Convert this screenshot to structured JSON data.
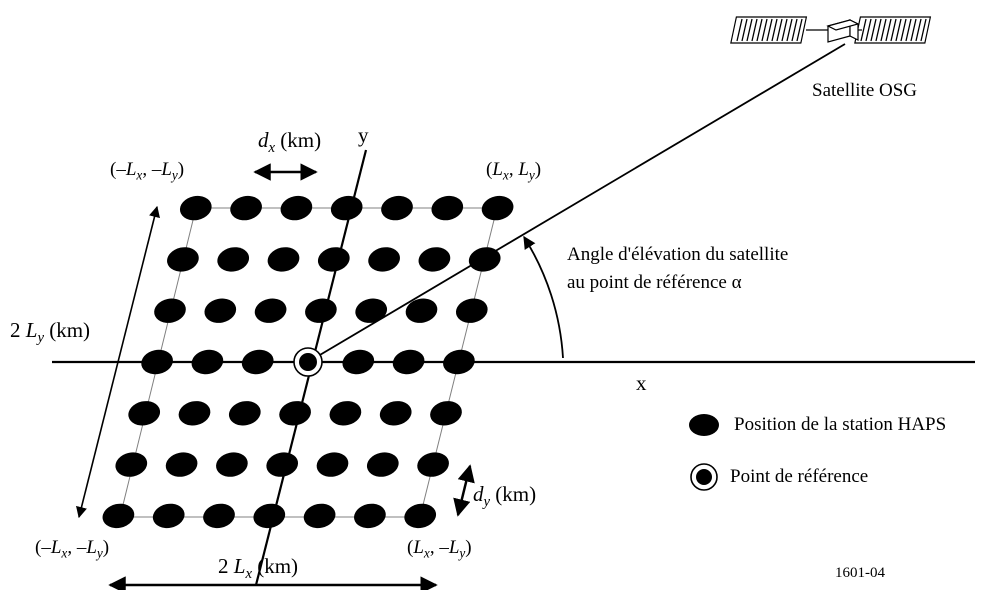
{
  "satellite_label": "Satellite OSG",
  "elevation_label_line1": "Angle d'élévation du satellite",
  "elevation_label_line2": "au point de référence α",
  "axis_x": "x",
  "axis_y": "y",
  "dx": {
    "sym": "d",
    "sub": "x",
    "unit": "(km)"
  },
  "dy": {
    "sym": "d",
    "sub": "y",
    "unit": "(km)"
  },
  "width_dim": {
    "pre": "2",
    "sym": "L",
    "sub": "x",
    "unit": "(km)"
  },
  "height_dim": {
    "pre": "2",
    "sym": "L",
    "sub": "y",
    "unit": "(km)"
  },
  "corner_top_left": {
    "open": "(–",
    "sym1": "L",
    "sub1": "x",
    "mid": ", –",
    "sym2": "L",
    "sub2": "y",
    "close": ")"
  },
  "corner_top_right": {
    "open": "(",
    "sym1": "L",
    "sub1": "x",
    "mid": ", ",
    "sym2": "L",
    "sub2": "y",
    "close": ")"
  },
  "corner_bottom_left": {
    "open": "(–",
    "sym1": "L",
    "sub1": "x",
    "mid": ", –",
    "sym2": "L",
    "sub2": "y",
    "close": ")"
  },
  "corner_bottom_right": {
    "open": "(",
    "sym1": "L",
    "sub1": "x",
    "mid": ", –",
    "sym2": "L",
    "sub2": "y",
    "close": ")"
  },
  "legend": {
    "haps": "Position de la station HAPS",
    "ref": "Point de référence"
  },
  "figure_id": "1601-04",
  "grid": {
    "rows": 7,
    "cols": 7
  },
  "colors": {
    "ink": "#000000",
    "grid_line": "#808080"
  }
}
